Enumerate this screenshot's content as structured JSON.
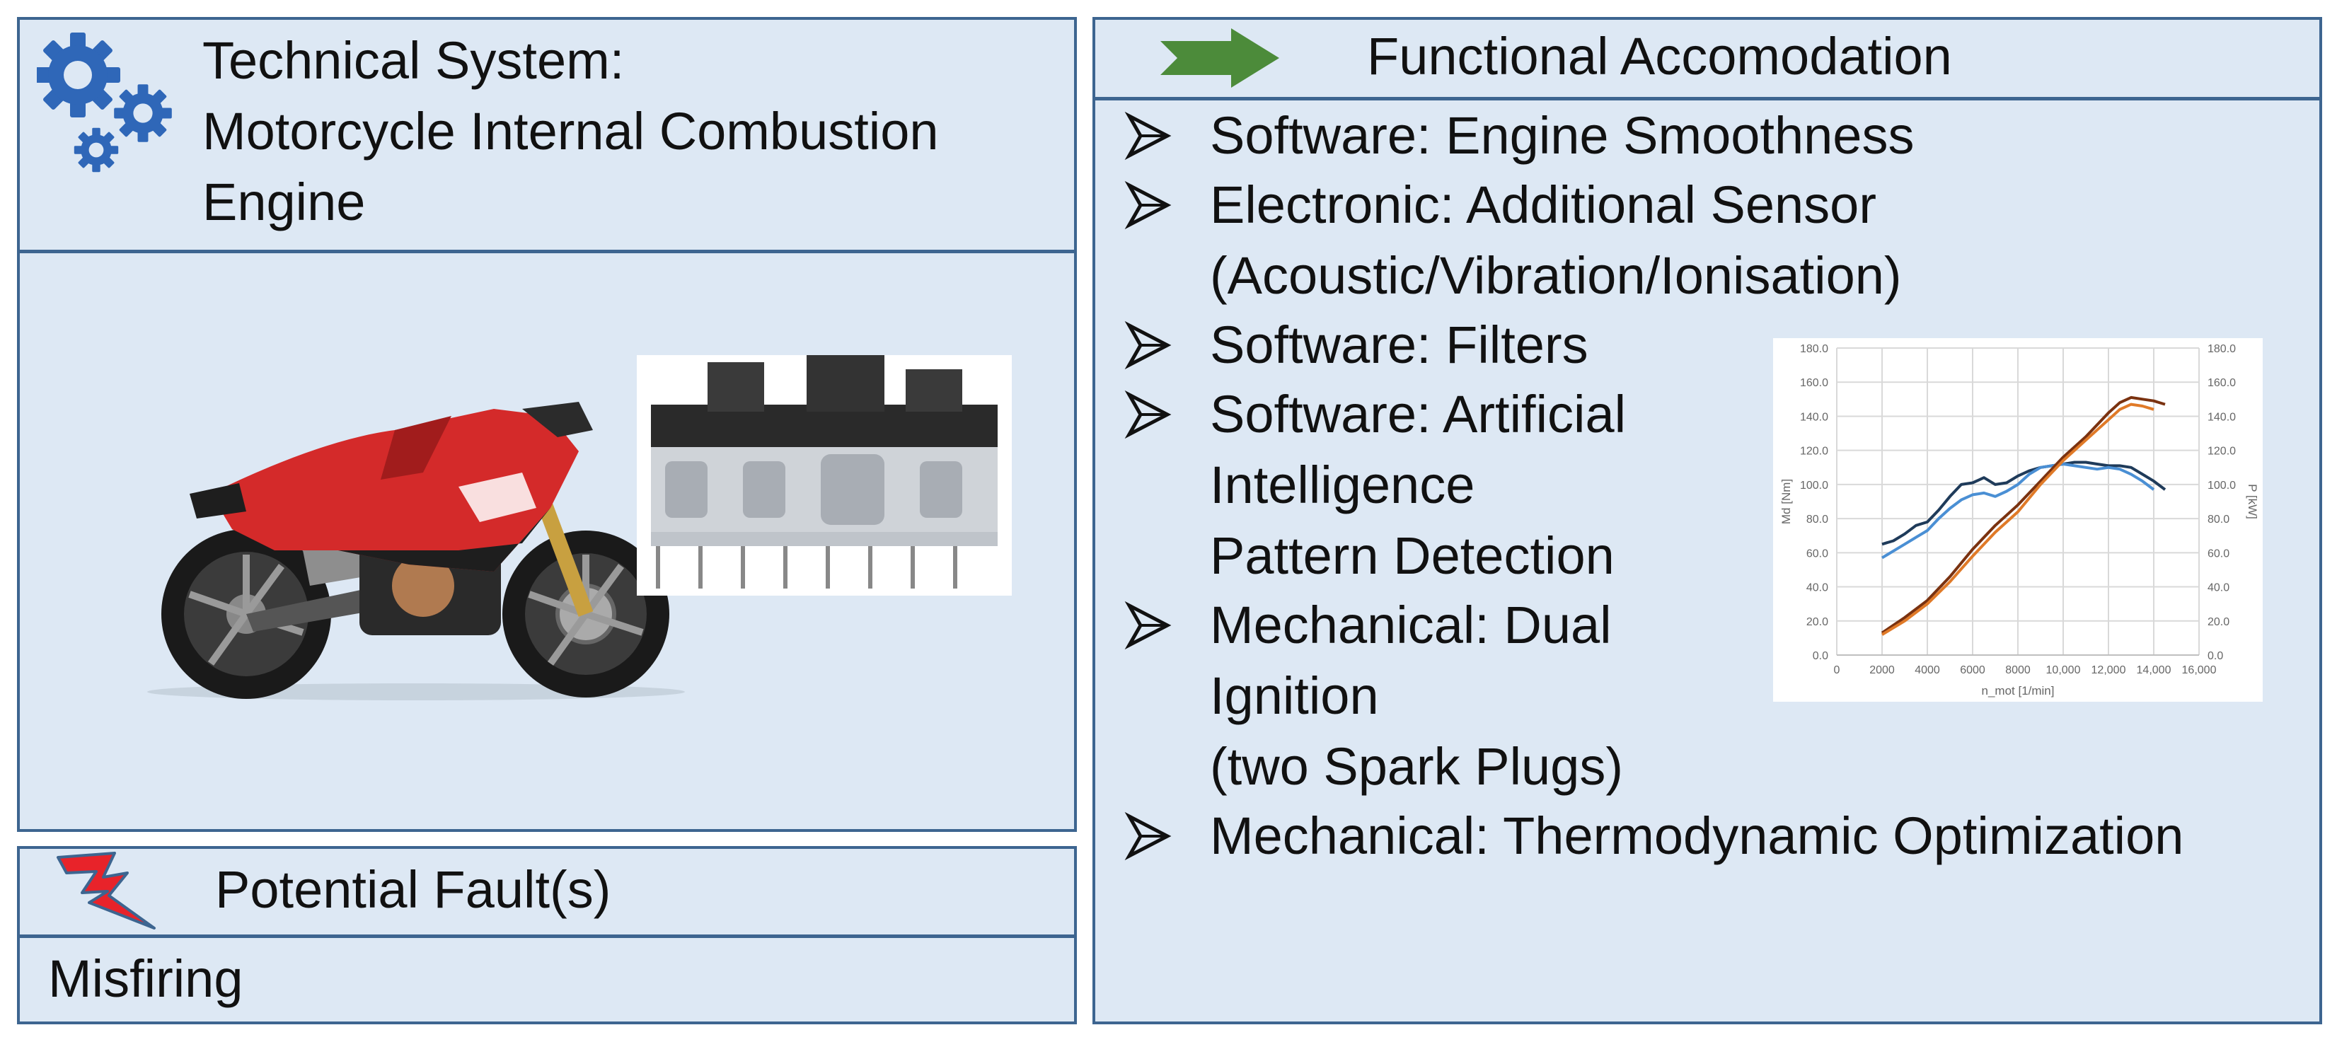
{
  "technical_system": {
    "lines": [
      "Technical System:",
      "Motorcycle Internal Combustion",
      "Engine"
    ],
    "icon": "gears-icon"
  },
  "potential_faults": {
    "title": "Potential Fault(s)",
    "icon": "lightning-icon",
    "item": "Misfiring"
  },
  "functional_accommodation": {
    "title": "Functional Accomodation",
    "icon": "arrow-right-icon",
    "bullets": [
      {
        "lines": [
          "Software: Engine Smoothness"
        ]
      },
      {
        "lines": [
          "Electronic: Additional Sensor",
          "(Acoustic/Vibration/Ionisation)"
        ]
      },
      {
        "lines": [
          "Software: Filters"
        ]
      },
      {
        "lines": [
          "Software: Artificial",
          "Intelligence",
          "Pattern Detection"
        ]
      },
      {
        "lines": [
          "Mechanical: Dual",
          "Ignition",
          "(two Spark Plugs)"
        ]
      },
      {
        "lines": [
          "Mechanical: Thermodynamic Optimization"
        ]
      }
    ]
  },
  "images": {
    "motorcycle": "motorcycle-image",
    "engine": "engine-image"
  },
  "colors": {
    "panel_fill": "#dde8f4",
    "panel_border": "#3d6590",
    "accent_green": "#4c8b3a",
    "accent_red": "#e8232a",
    "gear_blue": "#2f67b8"
  },
  "chart_data": {
    "type": "line",
    "xlabel": "n_mot [1/min]",
    "ylabel": "Md [Nm]",
    "y2label": "P [kW]",
    "xlim": [
      0,
      16000
    ],
    "ylim": [
      0,
      180
    ],
    "y2lim": [
      0,
      180
    ],
    "x_ticks": [
      "0",
      "2000",
      "4000",
      "6000",
      "8000",
      "10,000",
      "12,000",
      "14,000",
      "16,000"
    ],
    "y_ticks": [
      "0.0",
      "20.0",
      "40.0",
      "60.0",
      "80.0",
      "100.0",
      "120.0",
      "140.0",
      "160.0",
      "180.0"
    ],
    "y2_ticks": [
      "0.0",
      "20.0",
      "40.0",
      "60.0",
      "80.0",
      "100.0",
      "120.0",
      "140.0",
      "160.0",
      "180.0"
    ],
    "grid": true,
    "series": [
      {
        "color": "#1f3b5a",
        "axis": "left",
        "x": [
          2000,
          2500,
          3000,
          3500,
          4000,
          4500,
          5000,
          5500,
          6000,
          6500,
          7000,
          7500,
          8000,
          8500,
          9000,
          9500,
          10000,
          10500,
          11000,
          11500,
          12000,
          12500,
          13000,
          13500,
          14000,
          14500
        ],
        "y": [
          65,
          67,
          71,
          76,
          78,
          85,
          93,
          100,
          101,
          104,
          100,
          101,
          105,
          108,
          110,
          111,
          112,
          113,
          113,
          112,
          111,
          111,
          110,
          106,
          102,
          97
        ]
      },
      {
        "color": "#4a8fd4",
        "axis": "left",
        "x": [
          2000,
          2500,
          3000,
          3500,
          4000,
          4500,
          5000,
          5500,
          6000,
          6500,
          7000,
          7500,
          8000,
          8500,
          9000,
          9500,
          10000,
          10500,
          11000,
          11500,
          12000,
          12500,
          13000,
          13500,
          14000
        ],
        "y": [
          57,
          61,
          65,
          69,
          73,
          80,
          86,
          91,
          94,
          95,
          93,
          96,
          100,
          106,
          110,
          111,
          112,
          111,
          110,
          109,
          110,
          109,
          106,
          102,
          97
        ]
      },
      {
        "color": "#7a3210",
        "axis": "right",
        "x": [
          2000,
          3000,
          4000,
          5000,
          6000,
          7000,
          8000,
          9000,
          10000,
          11000,
          12000,
          12500,
          13000,
          13500,
          14000,
          14500
        ],
        "y": [
          13,
          22,
          32,
          46,
          62,
          76,
          88,
          102,
          116,
          128,
          142,
          148,
          151,
          150,
          149,
          147
        ]
      },
      {
        "color": "#e07a28",
        "axis": "right",
        "x": [
          2000,
          3000,
          4000,
          5000,
          6000,
          7000,
          8000,
          9000,
          10000,
          11000,
          12000,
          12500,
          13000,
          13500,
          14000
        ],
        "y": [
          12,
          20,
          30,
          43,
          58,
          72,
          84,
          100,
          114,
          126,
          138,
          144,
          147,
          146,
          144
        ]
      }
    ]
  }
}
